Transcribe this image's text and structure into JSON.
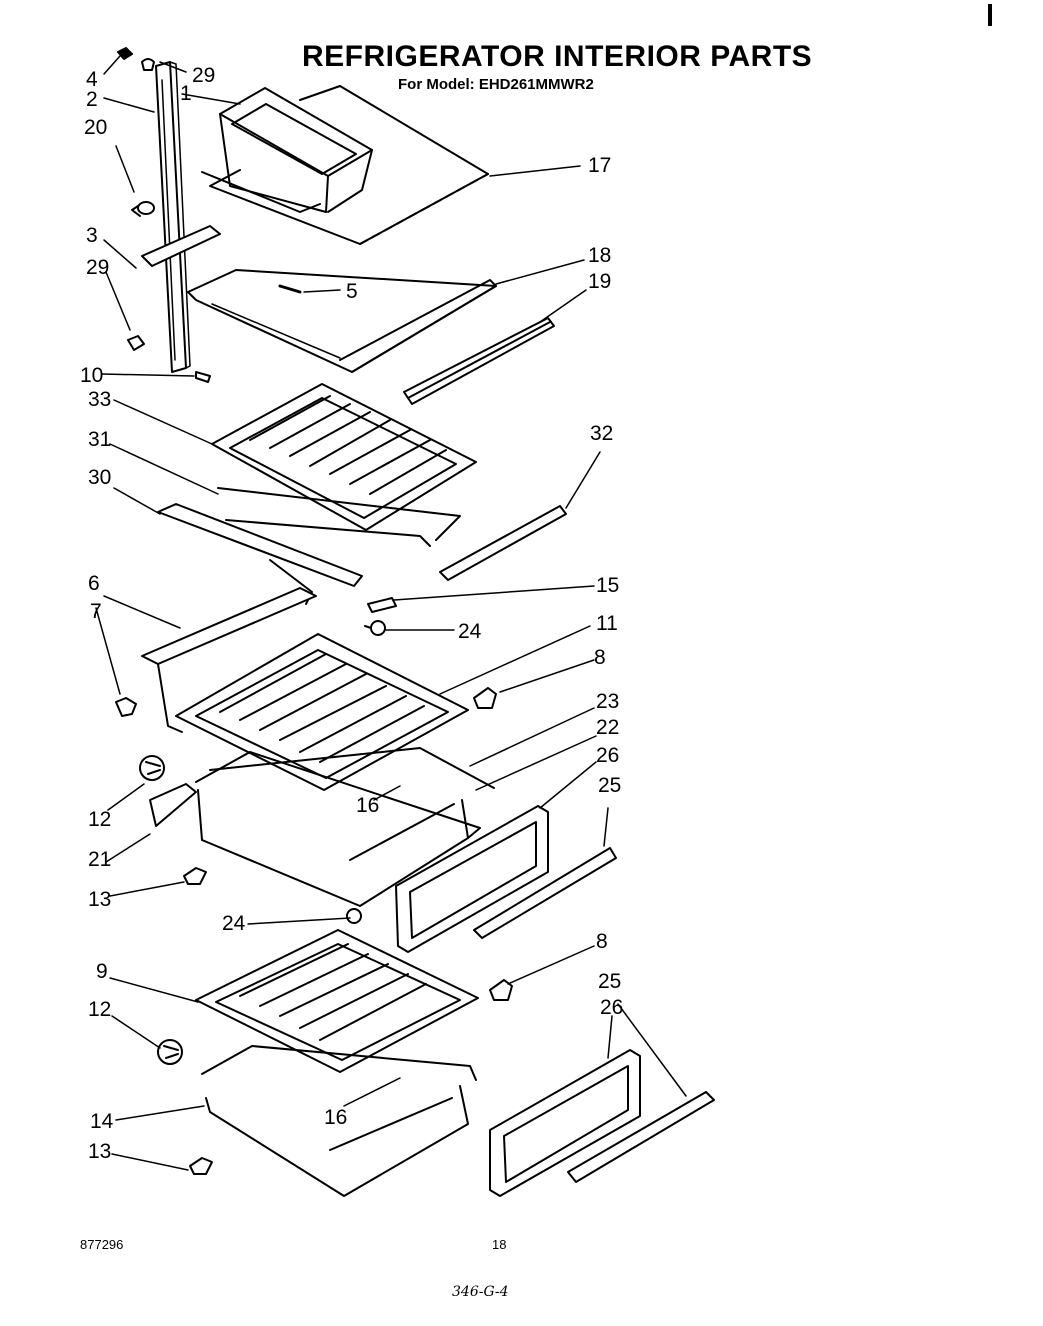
{
  "header": {
    "title": "REFRIGERATOR INTERIOR PARTS",
    "subtitle": "For Model: EHD261MMWR2"
  },
  "footer": {
    "doc_number": "877296",
    "page_number": "18",
    "handwritten_note": "346-G-4"
  },
  "callouts": [
    "4",
    "29",
    "2",
    "1",
    "20",
    "17",
    "3",
    "18",
    "29",
    "5",
    "19",
    "10",
    "33",
    "32",
    "31",
    "30",
    "15",
    "6",
    "24",
    "11",
    "7",
    "8",
    "23",
    "22",
    "26",
    "25",
    "12",
    "16",
    "21",
    "13",
    "24",
    "8",
    "9",
    "25",
    "26",
    "12",
    "14",
    "16",
    "13"
  ],
  "colors": {
    "ink": "#000000",
    "paper": "#ffffff"
  }
}
